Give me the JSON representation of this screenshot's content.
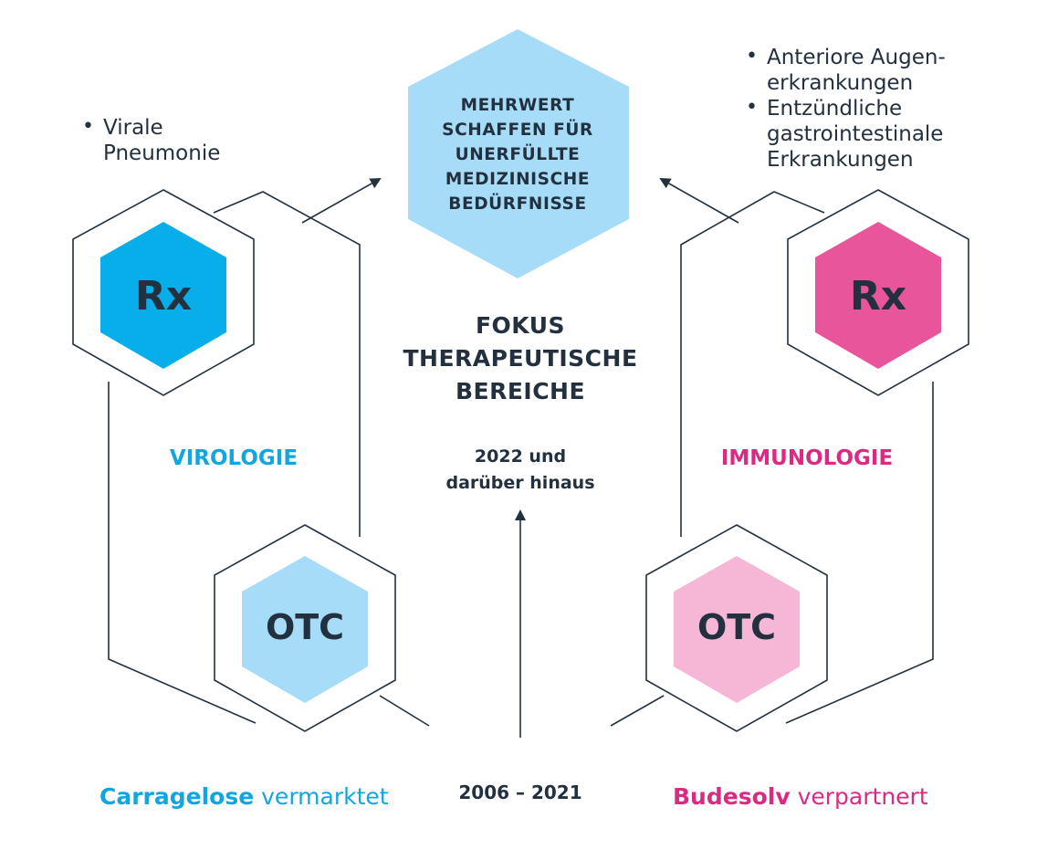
{
  "colors": {
    "dark": "#22303f",
    "virology_blue": "#13a5e0",
    "rx_blue": "#07aeea",
    "otc_blue": "#a6dcf7",
    "top_hex": "#a6dcf7",
    "immunology_pink": "#dc2a82",
    "rx_pink": "#e8559a",
    "otc_pink": "#f6b6d6"
  },
  "top_hexagon": {
    "lines": [
      "MEHRWERT",
      "SCHAFFEN FÜR",
      "UNERFÜLLTE",
      "MEDIZINISCHE",
      "BEDÜRFNISSE"
    ]
  },
  "center": {
    "title_lines": [
      "FOKUS",
      "THERAPEUTISCHE",
      "BEREICHE"
    ],
    "period_lines": [
      "2022 und",
      "darüber hinaus"
    ],
    "past_period": "2006 – 2021"
  },
  "left": {
    "bullets": [
      [
        "Virale",
        "Pneumonie"
      ]
    ],
    "rx_label": "Rx",
    "otc_label": "OTC",
    "area_label": "VIROLOGIE",
    "footer_bold": "Carragelose",
    "footer_rest": "vermarktet",
    "rx_icon": "hexagon-rx-blue",
    "otc_icon": "hexagon-otc-lightblue"
  },
  "right": {
    "bullets": [
      [
        "Anteriore Augen-",
        "erkrankungen"
      ],
      [
        "Entzündliche",
        "gastrointestinale",
        "Erkrankungen"
      ]
    ],
    "rx_label": "Rx",
    "otc_label": "OTC",
    "area_label": "IMMUNOLOGIE",
    "footer_bold": "Budesolv",
    "footer_rest": "verpartnert",
    "rx_icon": "hexagon-rx-pink",
    "otc_icon": "hexagon-otc-lightpink"
  }
}
